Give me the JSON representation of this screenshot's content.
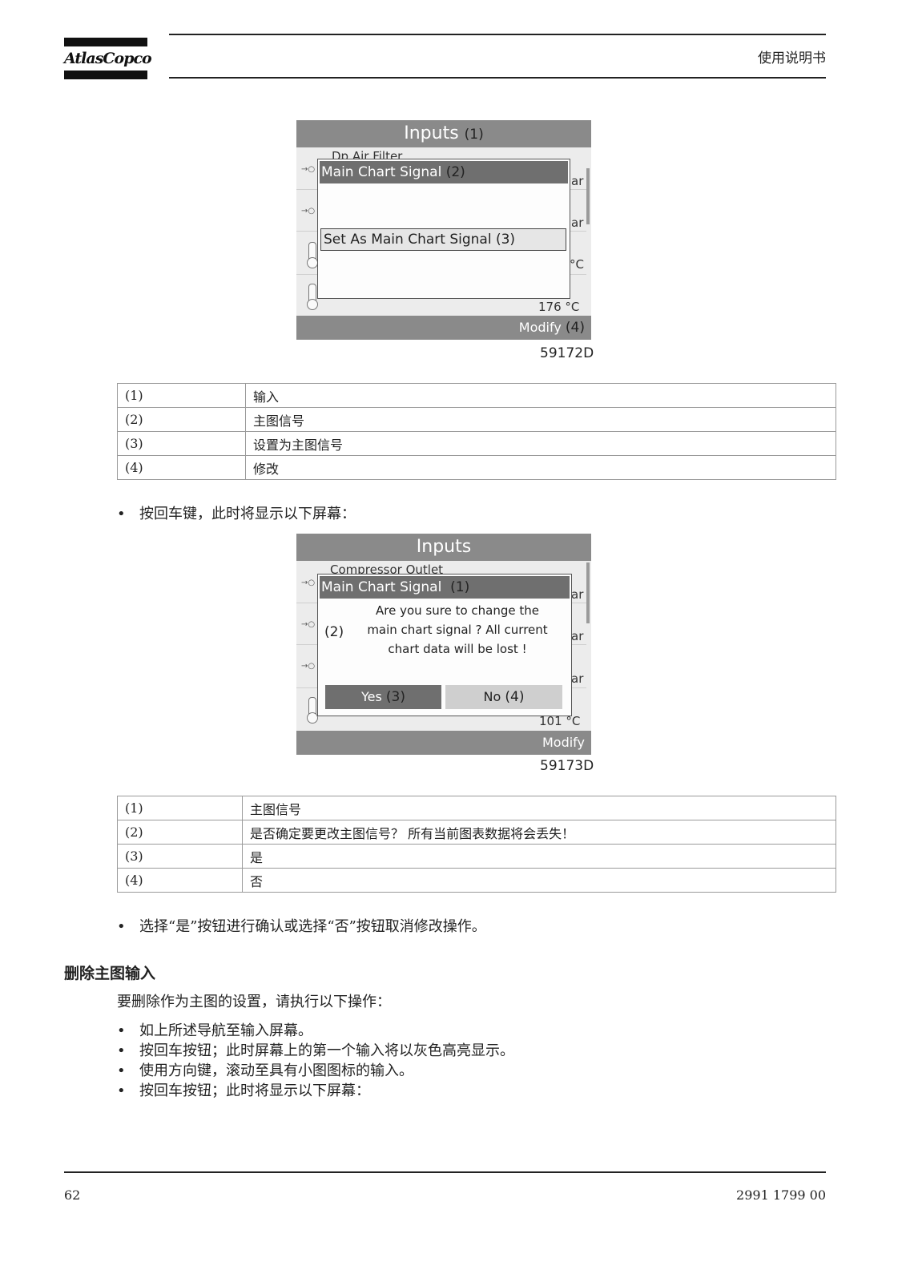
{
  "header": {
    "logo_text": "AtlasCopco",
    "doc_type": "使用说明书"
  },
  "figure1": {
    "title": "Inputs",
    "title_callout": "(1)",
    "under_row": "Dp Air Filter",
    "units": [
      "ar",
      "ar",
      "°C"
    ],
    "last_value": "176 °C",
    "dialog_title": "Main Chart Signal",
    "dialog_title_callout": "(2)",
    "option": "Set As Main Chart Signal",
    "option_callout": "(3)",
    "footer": "Modify",
    "footer_callout": "(4)",
    "code": "59172D"
  },
  "table1": [
    {
      "num": "(1)",
      "text": "输入"
    },
    {
      "num": "(2)",
      "text": "主图信号"
    },
    {
      "num": "(3)",
      "text": "设置为主图信号"
    },
    {
      "num": "(4)",
      "text": "修改"
    }
  ],
  "bullet1": "按回车键，此时将显示以下屏幕：",
  "figure2": {
    "title": "Inputs",
    "under_row": "Compressor Outlet",
    "units": [
      "ar",
      "ar",
      "ar"
    ],
    "last_value": "101 °C",
    "dialog_title": "Main Chart Signal",
    "dialog_title_callout": "(1)",
    "message_callout": "(2)",
    "message_lines": [
      "Are you sure to change the",
      "main chart signal ? All current",
      "chart data will be lost !"
    ],
    "yes": "Yes",
    "yes_callout": "(3)",
    "no": "No",
    "no_callout": "(4)",
    "footer": "Modify",
    "code": "59173D"
  },
  "table2": [
    {
      "num": "(1)",
      "text": "主图信号"
    },
    {
      "num": "(2)",
      "text": "是否确定要更改主图信号？ 所有当前图表数据将会丢失！"
    },
    {
      "num": "(3)",
      "text": "是"
    },
    {
      "num": "(4)",
      "text": "否"
    }
  ],
  "bullet2": "选择“是”按钮进行确认或选择“否”按钮取消修改操作。",
  "section": {
    "heading": "删除主图输入",
    "intro": "要删除作为主图的设置，请执行以下操作：",
    "bullets": [
      "如上所述导航至输入屏幕。",
      "按回车按钮；此时屏幕上的第一个输入将以灰色高亮显示。",
      "使用方向键，滚动至具有小图图标的输入。",
      "按回车按钮；此时将显示以下屏幕："
    ]
  },
  "footer": {
    "page": "62",
    "doc_number": "2991 1799 00"
  }
}
